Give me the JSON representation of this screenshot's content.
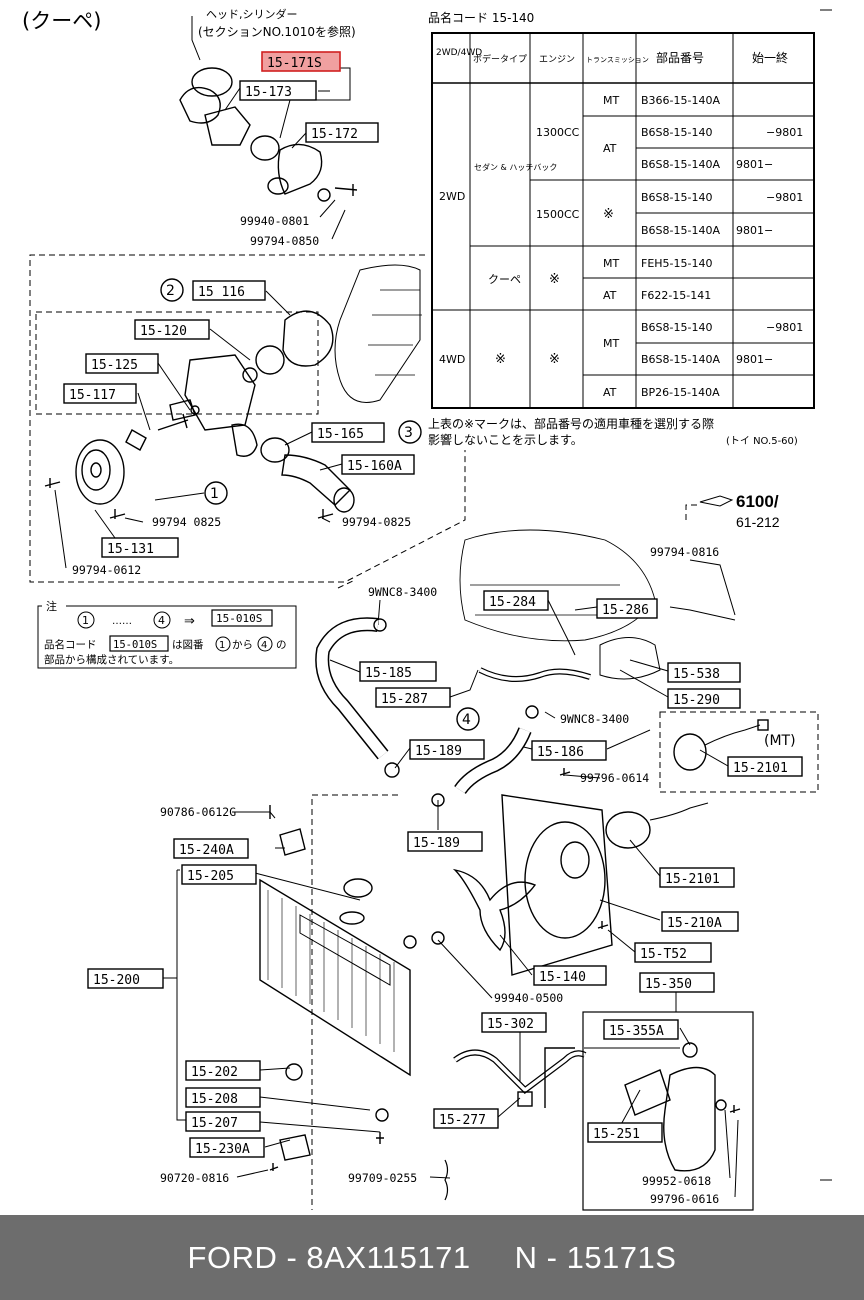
{
  "header": {
    "view_label": "(クーペ)",
    "head_ref_line1": "ヘッド,シリンダー",
    "head_ref_line2": "(セクションNO.1010を参照)",
    "table_code_label": "品名コード 15-140"
  },
  "table": {
    "headers": [
      "2WD/4WD",
      "ボデータイプ",
      "エンジン",
      "トランスミッション",
      "部品番号",
      "始一終"
    ],
    "drive_2wd": "2WD",
    "drive_4wd": "4WD",
    "body_sedan": "セダン & ハッチバック",
    "body_coupe": "クーペ",
    "engine_1300": "1300CC",
    "engine_1500": "1500CC",
    "mark": "※",
    "trans_mt": "MT",
    "trans_at": "AT",
    "rows": [
      {
        "part": "B366-15-140A",
        "range": ""
      },
      {
        "part": "B6S8-15-140",
        "range": "−9801"
      },
      {
        "part": "B6S8-15-140A",
        "range": "9801−"
      },
      {
        "part": "B6S8-15-140",
        "range": "−9801"
      },
      {
        "part": "B6S8-15-140A",
        "range": "9801−"
      },
      {
        "part": "FEH5-15-140",
        "range": ""
      },
      {
        "part": "F622-15-141",
        "range": ""
      },
      {
        "part": "B6S8-15-140",
        "range": "−9801"
      },
      {
        "part": "B6S8-15-140A",
        "range": "9801−"
      },
      {
        "part": "BP26-15-140A",
        "range": ""
      }
    ],
    "note_line1": "上表の※マークは、部品番号の適用車種を選別する際",
    "note_line2": "影響しないことを示します。",
    "note_ref": "(トイ NO.5-60)"
  },
  "callouts": {
    "c1": "1",
    "c2": "2",
    "c3": "3",
    "c4": "4",
    "mt_label": "(MT)",
    "section_ref_main": "6100/",
    "section_ref_sub": "61-212"
  },
  "labels": {
    "p15171s": "15-171S",
    "p15173": "15-173",
    "p15172": "15-172",
    "p15116": "15 116",
    "p15120": "15-120",
    "p15125": "15-125",
    "p15117": "15-117",
    "p15165": "15-165",
    "p15160a": "15-160A",
    "p15131": "15-131",
    "p15284": "15-284",
    "p15286": "15-286",
    "p15185": "15-185",
    "p15287": "15-287",
    "p15538": "15-538",
    "p15290": "15-290",
    "p15189a": "15-189",
    "p15186": "15-186",
    "p152101a": "15-2101",
    "p15189b": "15-189",
    "p15240a": "15-240A",
    "p15205": "15-205",
    "p152101b": "15-2101",
    "p15210a": "15-210A",
    "p15t52": "15-T52",
    "p15200": "15-200",
    "p15140": "15-140",
    "p15350": "15-350",
    "p15302": "15-302",
    "p15355a": "15-355A",
    "p15202": "15-202",
    "p15208": "15-208",
    "p15207": "15-207",
    "p15230a": "15-230A",
    "p15277": "15-277",
    "p15251": "15-251",
    "p15010s": "15-010S"
  },
  "bolts": {
    "b1": "99940-0801",
    "b2": "99794-0850",
    "b3": "99794 0825",
    "b4": "99794-0825",
    "b5": "99794-0612",
    "b6": "99794-0816",
    "b7": "9WNC8-3400",
    "b8": "9WNC8-3400",
    "b9": "99796-0614",
    "b10": "90786-0612G",
    "b11": "99940-0500",
    "b12": "90720-0816",
    "b13": "99709-0255",
    "b14": "99952-0618",
    "b15": "99796-0616"
  },
  "note_box": {
    "title": "注",
    "circle_a": "1",
    "dots": "……",
    "circle_b": "4",
    "arrow": "⇒",
    "code": "15-010S",
    "line2_pre": "品名コード",
    "line2_code": "15-010S",
    "line2_post": "は図番",
    "line2_from": "から",
    "line2_c1": "1",
    "line2_c4": "4",
    "line2_no": "の",
    "line3": "部品から構成されています。"
  },
  "footer": {
    "brand_code": "FORD - 8AX115171",
    "ref": "N - 15171S"
  }
}
